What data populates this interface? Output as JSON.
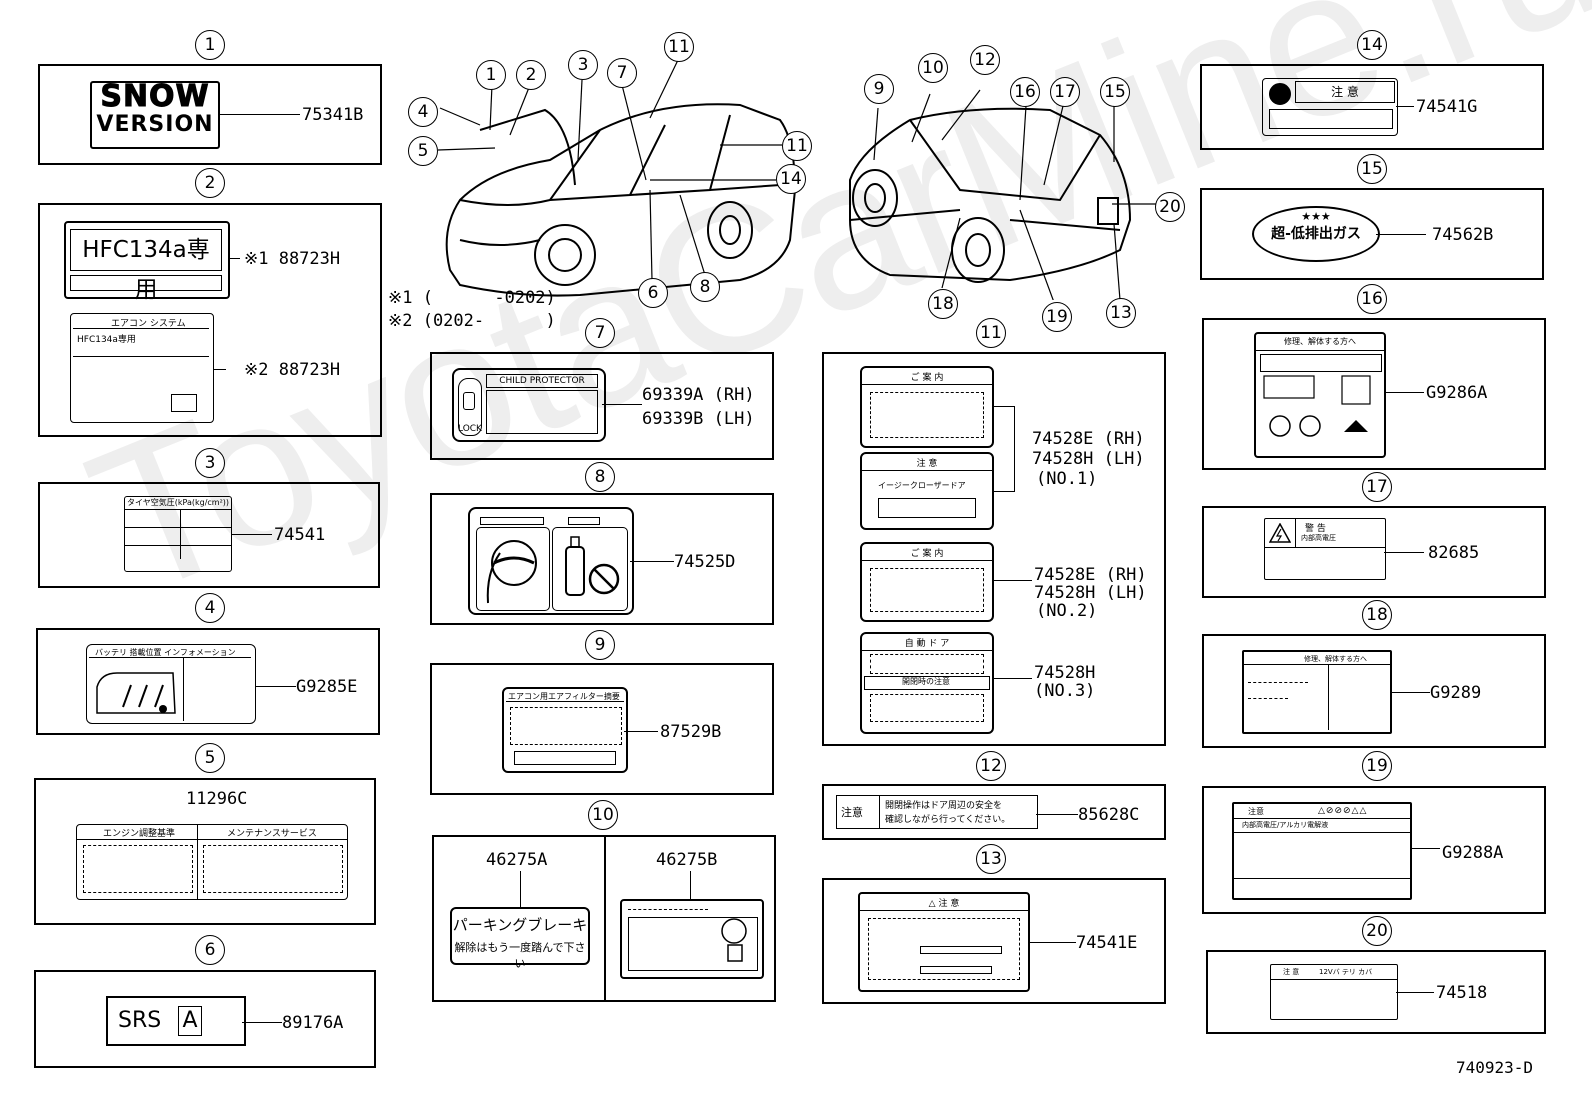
{
  "watermark": "ToyotaCarMine.ru",
  "diagram_code": "740923-D",
  "notes": {
    "n1": "※1 (      -0202)",
    "n2": "※2 (0202-      )"
  },
  "c": [
    "1",
    "2",
    "3",
    "4",
    "5",
    "6",
    "7",
    "8",
    "9",
    "10",
    "11",
    "12",
    "13",
    "14",
    "15",
    "16",
    "17",
    "18",
    "19",
    "20"
  ],
  "parts": {
    "p1": "75341B",
    "p2a": "※1 88723H",
    "p2b": "※2 88723H",
    "p3": "74541",
    "p4": "G9285E",
    "p5": "11296C",
    "p6": "89176A",
    "p7a": "69339A (RH)",
    "p7b": "69339B (LH)",
    "p8": "74525D",
    "p9": "87529B",
    "p10a": "46275A",
    "p10b": "46275B",
    "p11a1": "74528E (RH)",
    "p11a2": "74528H (LH)",
    "p11a3": "(NO.1)",
    "p11b1": "74528E (RH)",
    "p11b2": "74528H (LH)",
    "p11b3": "(NO.2)",
    "p11c1": "74528H",
    "p11c2": "(NO.3)",
    "p12": "85628C",
    "p13": "74541E",
    "p14": "74541G",
    "p15": "74562B",
    "p16": "G9286A",
    "p17": "82685",
    "p18": "G9289",
    "p19": "G9288A",
    "p20": "74518"
  },
  "labels": {
    "snow1": "SNOW",
    "snow2": "VERSION",
    "hfc": "HFC134a専用",
    "aircon": "エアコン システム",
    "hfc_small": "HFC134a専用",
    "tire": "タイヤ空気圧(kPa(kg/cm²))",
    "battery": "バッテリ 搭載位置 インフォメーション",
    "engine_adj": "エンジン調整基準",
    "maint": "メンテナンスサービス",
    "srs": "SRS",
    "srs_a": "A",
    "child": "CHILD PROTECTOR",
    "lock": "LOCK",
    "filter": "エアコン用エアフィルター摘要",
    "parking1": "パーキングブレーキ",
    "parking2": "解除はもう一度踏んで下さい",
    "guide": "ご 案 内",
    "caution": "注 意",
    "easy_closer": "イージークローザードア",
    "auto_door": "自 動 ド ア",
    "open_close": "開閉時の注意",
    "caution12a": "注意",
    "caution12b": "開閉操作はドア周辺の安全を",
    "caution12c": "確認しながら行ってください。",
    "caution13": "△ 注 意",
    "lowemission": "超-低排出ガス",
    "warning": "警 告",
    "warning_sub": "内部高電圧",
    "r16title": "修理、解体する方へ",
    "r18title": "修理、解体する方へ",
    "r19a": "注意",
    "r19b": "内部高電圧/アルカリ電解液",
    "r20a": "注 意",
    "r20b": "12Vバ テリ カバ"
  }
}
